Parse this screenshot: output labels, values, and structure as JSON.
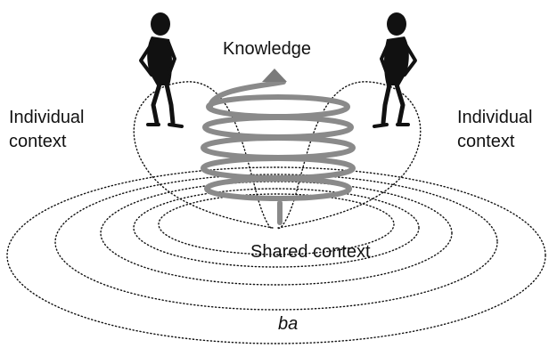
{
  "labels": {
    "knowledge": "Knowledge",
    "individual_context_left": [
      "Individual",
      "context"
    ],
    "individual_context_right": [
      "Individual",
      "context"
    ],
    "shared_context": "Shared context",
    "ba": "ba"
  },
  "colors": {
    "background": "#ffffff",
    "ink": "#111111",
    "spiral": "#8a8a8a",
    "arrow": "#7a7a7a"
  }
}
